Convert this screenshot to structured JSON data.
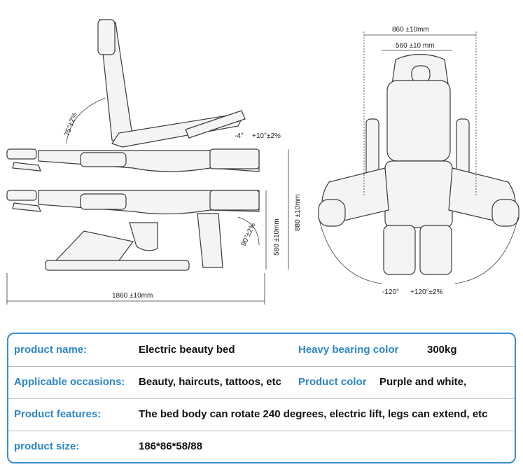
{
  "drawing": {
    "dimensions": {
      "width_outer": "860 ±10mm",
      "width_inner": "560 ±10 mm",
      "length": "1860 ±10mm",
      "height_max": "880 ±10mm",
      "height_min": "580 ±10mm",
      "back_angle": "75°±2%",
      "leg_angle": "90°±2%",
      "foot_neg": "-4°",
      "foot_pos": "+10°±2%",
      "rot_neg": "-120°",
      "rot_pos": "+120°±2%"
    },
    "colors": {
      "line": "#3a3a3a",
      "fill": "#f4f4f4",
      "accent": "#3a8fd0"
    }
  },
  "specs": {
    "rows": [
      {
        "label1": "product name:",
        "value1": "Electric beauty bed",
        "label2": "Heavy bearing color",
        "value2": "300kg"
      },
      {
        "label1": "Applicable occasions:",
        "value1": "Beauty, haircuts, tattoos, etc",
        "label2": "Product color",
        "value2": "Purple and white,"
      },
      {
        "label1": "Product features:",
        "value1": "The bed body can rotate 240 degrees, electric lift, legs can extend, etc"
      },
      {
        "label1": "product size:",
        "value1": "186*86*58/88"
      }
    ]
  }
}
